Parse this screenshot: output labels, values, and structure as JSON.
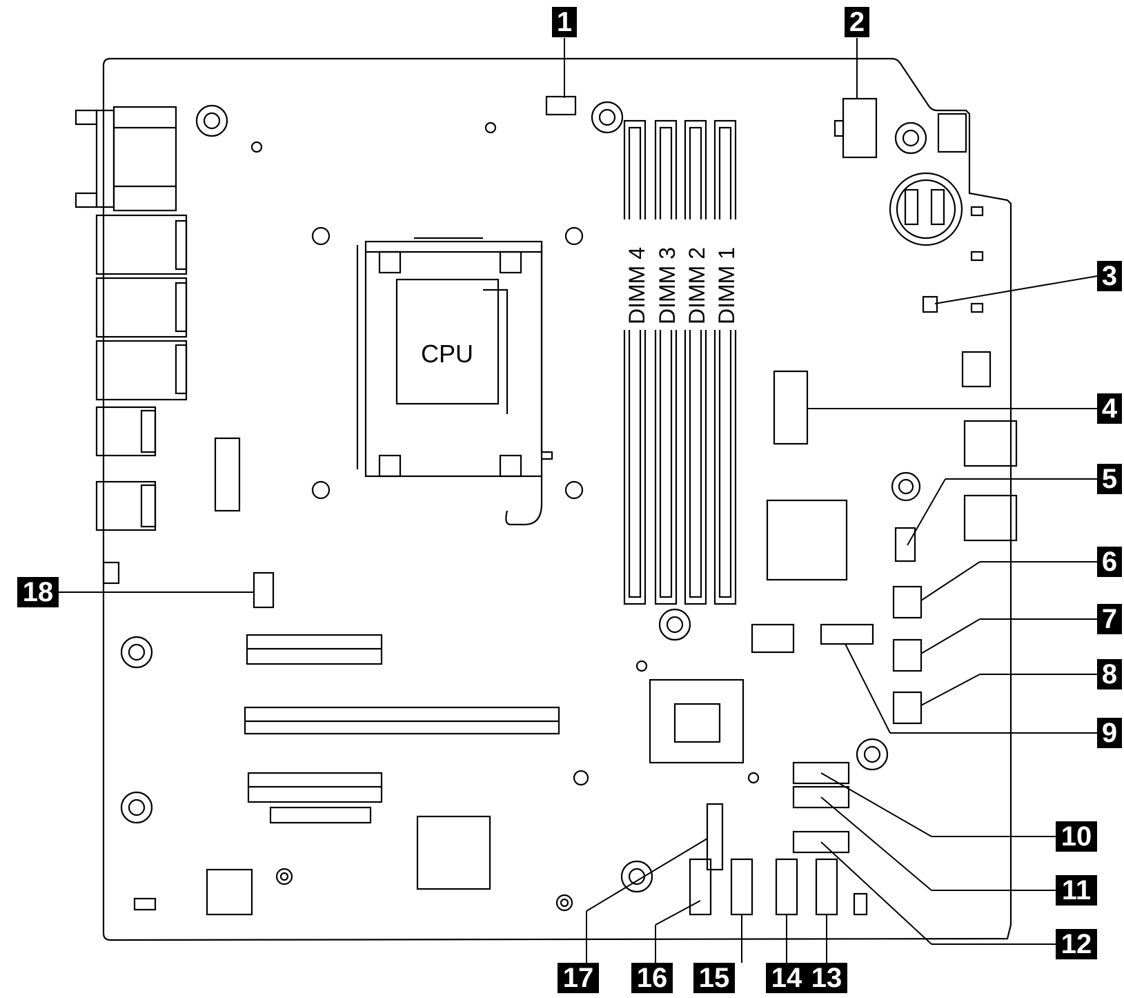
{
  "cpu_label": "CPU",
  "dimm_labels": [
    "DIMM 4",
    "DIMM 3",
    "DIMM 2",
    "DIMM 1"
  ],
  "callouts": [
    "1",
    "2",
    "3",
    "4",
    "5",
    "6",
    "7",
    "8",
    "9",
    "10",
    "11",
    "12",
    "13",
    "14",
    "15",
    "16",
    "17",
    "18"
  ],
  "colors": {
    "ink": "#000000",
    "paper": "#ffffff"
  }
}
